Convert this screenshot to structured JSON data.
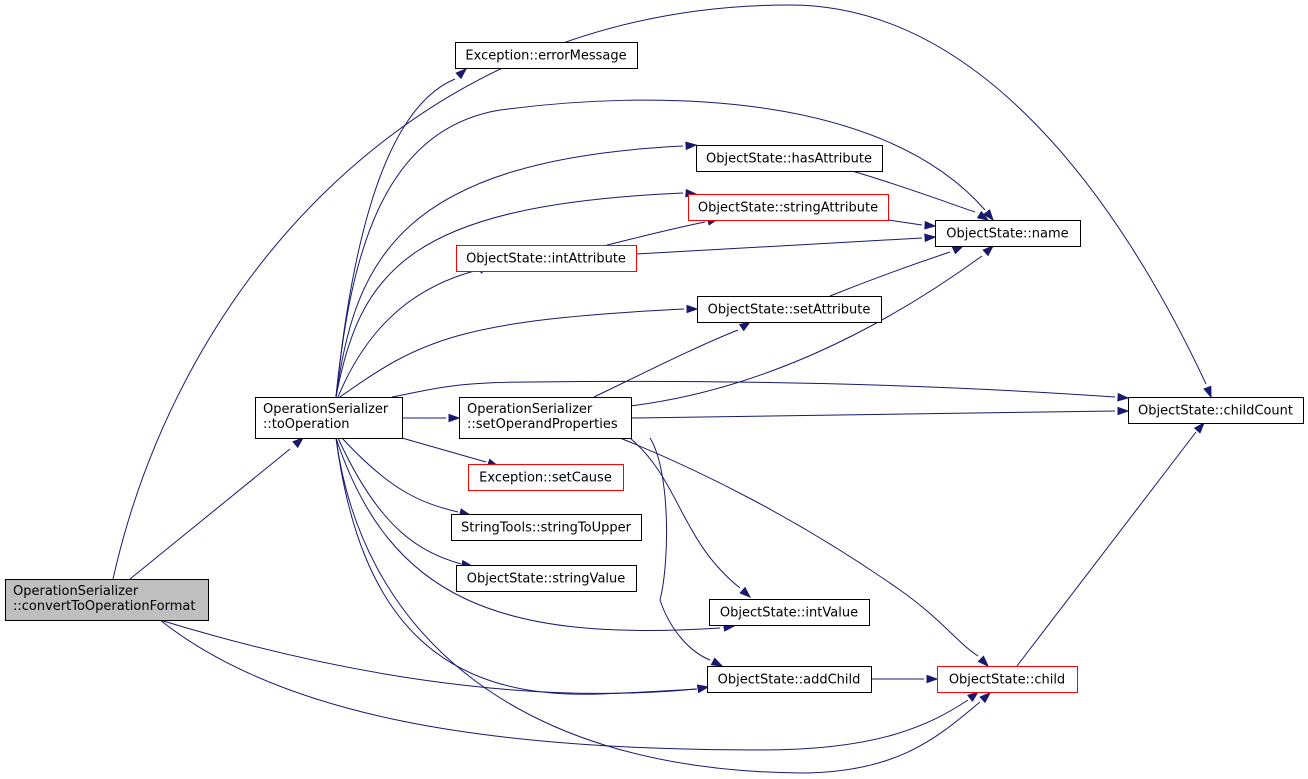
{
  "nodes": {
    "convert": {
      "lines": [
        "OperationSerializer",
        "::convertToOperationFormat"
      ],
      "style": "root"
    },
    "toOperation": {
      "lines": [
        "OperationSerializer",
        "::toOperation"
      ],
      "style": "normal"
    },
    "setOperandProperties": {
      "lines": [
        "OperationSerializer",
        "::setOperandProperties"
      ],
      "style": "normal"
    },
    "errorMessage": {
      "lines": [
        "Exception::errorMessage"
      ],
      "style": "normal"
    },
    "hasAttribute": {
      "lines": [
        "ObjectState::hasAttribute"
      ],
      "style": "normal"
    },
    "stringAttribute": {
      "lines": [
        "ObjectState::stringAttribute"
      ],
      "style": "red"
    },
    "intAttribute": {
      "lines": [
        "ObjectState::intAttribute"
      ],
      "style": "red"
    },
    "name": {
      "lines": [
        "ObjectState::name"
      ],
      "style": "normal"
    },
    "setAttribute": {
      "lines": [
        "ObjectState::setAttribute"
      ],
      "style": "normal"
    },
    "childCount": {
      "lines": [
        "ObjectState::childCount"
      ],
      "style": "normal"
    },
    "setCause": {
      "lines": [
        "Exception::setCause"
      ],
      "style": "red"
    },
    "stringToUpper": {
      "lines": [
        "StringTools::stringToUpper"
      ],
      "style": "normal"
    },
    "stringValue": {
      "lines": [
        "ObjectState::stringValue"
      ],
      "style": "normal"
    },
    "intValue": {
      "lines": [
        "ObjectState::intValue"
      ],
      "style": "normal"
    },
    "addChild": {
      "lines": [
        "ObjectState::addChild"
      ],
      "style": "normal"
    },
    "child": {
      "lines": [
        "ObjectState::child"
      ],
      "style": "red"
    }
  },
  "edges": [
    [
      "convert",
      "toOperation"
    ],
    [
      "convert",
      "childCount"
    ],
    [
      "convert",
      "addChild"
    ],
    [
      "convert",
      "child"
    ],
    [
      "toOperation",
      "errorMessage"
    ],
    [
      "toOperation",
      "name"
    ],
    [
      "toOperation",
      "hasAttribute"
    ],
    [
      "toOperation",
      "stringAttribute"
    ],
    [
      "toOperation",
      "intAttribute"
    ],
    [
      "toOperation",
      "setAttribute"
    ],
    [
      "toOperation",
      "childCount"
    ],
    [
      "toOperation",
      "setOperandProperties"
    ],
    [
      "toOperation",
      "setCause"
    ],
    [
      "toOperation",
      "stringToUpper"
    ],
    [
      "toOperation",
      "stringValue"
    ],
    [
      "toOperation",
      "intValue"
    ],
    [
      "toOperation",
      "addChild"
    ],
    [
      "toOperation",
      "child"
    ],
    [
      "hasAttribute",
      "name"
    ],
    [
      "stringAttribute",
      "name"
    ],
    [
      "intAttribute",
      "stringAttribute"
    ],
    [
      "intAttribute",
      "name"
    ],
    [
      "setAttribute",
      "name"
    ],
    [
      "setOperandProperties",
      "setAttribute"
    ],
    [
      "setOperandProperties",
      "name"
    ],
    [
      "setOperandProperties",
      "childCount"
    ],
    [
      "setOperandProperties",
      "child"
    ],
    [
      "setOperandProperties",
      "intValue"
    ],
    [
      "setOperandProperties",
      "addChild"
    ],
    [
      "addChild",
      "child"
    ],
    [
      "child",
      "childCount"
    ]
  ],
  "colors": {
    "edge": "#191970",
    "node_border": "#000000",
    "node_border_incomplete": "#ff0000",
    "root_fill": "#bfbfbf",
    "node_fill": "#ffffff"
  }
}
